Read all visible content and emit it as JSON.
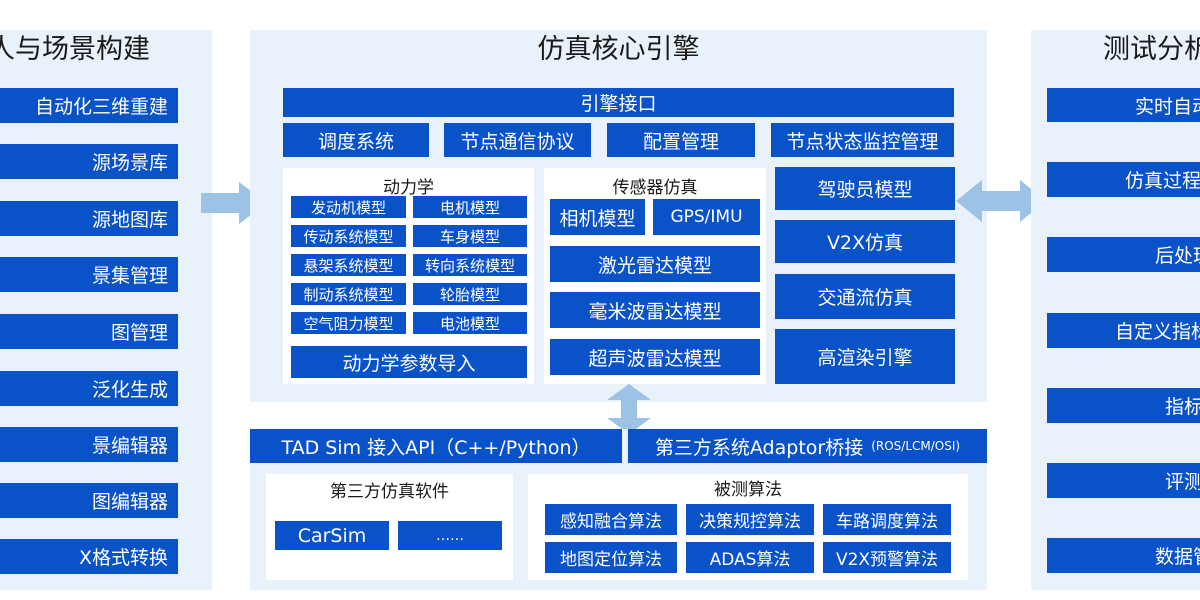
{
  "left_panel": {
    "title": "人与场景构建",
    "items": [
      "自动化三维重建",
      "源场景库",
      "源地图库",
      "景集管理",
      "图管理",
      "泛化生成",
      "景编辑器",
      "图编辑器",
      "X格式转换"
    ]
  },
  "center_panel": {
    "title": "仿真核心引擎",
    "engine_interface": "引擎接口",
    "top_row": [
      "调度系统",
      "节点通信协议",
      "配置管理",
      "节点状态监控管理"
    ],
    "dynamics": {
      "title": "动力学",
      "models": [
        "发动机模型",
        "电机模型",
        "传动系统模型",
        "车身模型",
        "悬架系统模型",
        "转向系统模型",
        "制动系统模型",
        "轮胎模型",
        "空气阻力模型",
        "电池模型"
      ],
      "import": "动力学参数导入"
    },
    "sensors": {
      "title": "传感器仿真",
      "camera": "相机模型",
      "gps": "GPS/IMU",
      "lidar": "激光雷达模型",
      "mmwave": "毫米波雷达模型",
      "ultrasonic": "超声波雷达模型"
    },
    "right_column": [
      "驾驶员模型",
      "V2X仿真",
      "交通流仿真",
      "高渲染引擎"
    ],
    "api": "TAD Sim 接入API（C++/Python）",
    "adaptor": "第三方系统Adaptor桥接",
    "adaptor_note": "(ROS/LCM/OSI)",
    "third_party": {
      "title": "第三方仿真软件",
      "items": [
        "CarSim",
        "……"
      ]
    },
    "algorithms": {
      "title": "被测算法",
      "items": [
        "感知融合算法",
        "决策规控算法",
        "车路调度算法",
        "地图定位算法",
        "ADAS算法",
        "V2X预警算法"
      ]
    }
  },
  "right_panel": {
    "title": "测试分析",
    "items": [
      "实时自动",
      "仿真过程",
      "后处理",
      "自定义指标",
      "指标",
      "评测",
      "数据管"
    ]
  },
  "colors": {
    "box_blue": "#0a52c8",
    "panel_bg": "#e9f1fa",
    "arrow": "#9cc2e6"
  }
}
